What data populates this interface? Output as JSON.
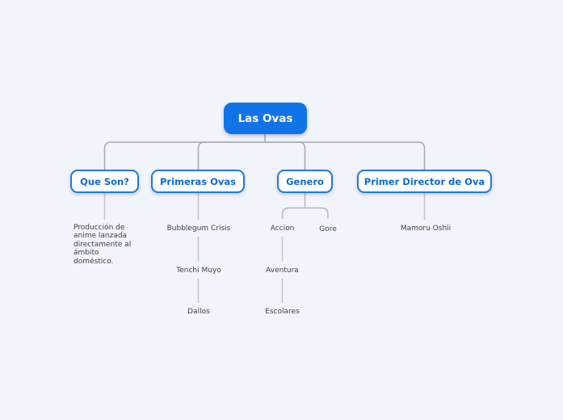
{
  "app": {
    "background_color": "#f2f4fb",
    "root_fill_color": "#1173e8",
    "topic_border_color": "#2079e4",
    "topic_text_color": "#0b6bd8",
    "subtopic_text_color": "#3b4049",
    "connector_color": "#a9abb2",
    "chain_connector_color": "#c2c3c8"
  },
  "mindmap": {
    "root": {
      "label": "Las Ovas"
    },
    "branches": [
      {
        "label": "Que Son?",
        "children": [
          "Producción de\nanime lanzada\ndirectamente al\námbito\ndoméstico."
        ]
      },
      {
        "label": "Primeras Ovas",
        "children": [
          "Bubblegum Crisis",
          "Tenchi Muyo",
          "Dallos"
        ]
      },
      {
        "label": "Genero",
        "children": [
          "Accion",
          "Gore",
          "Aventura",
          "Escolares"
        ]
      },
      {
        "label": "Primer Director de Ova",
        "children": [
          "Mamoru Oshii"
        ]
      }
    ]
  }
}
